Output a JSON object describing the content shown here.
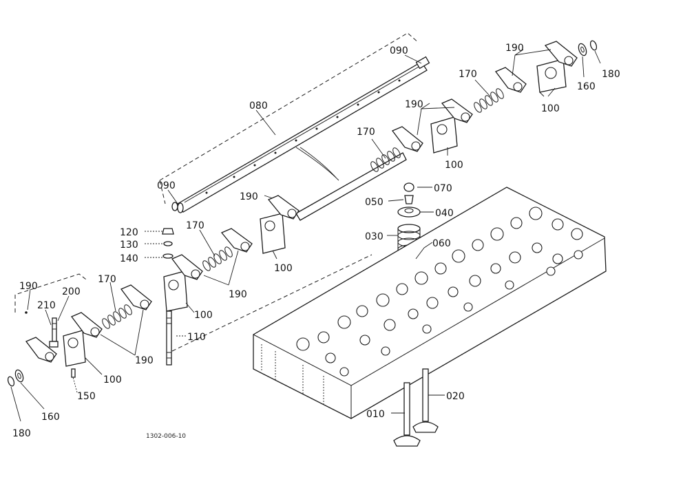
{
  "callouts": [
    {
      "id": "c-090-top",
      "text": "090"
    },
    {
      "id": "c-080",
      "text": "080"
    },
    {
      "id": "c-090-left",
      "text": "090"
    },
    {
      "id": "c-190-tr",
      "text": "190"
    },
    {
      "id": "c-170-tr",
      "text": "170"
    },
    {
      "id": "c-180-tr",
      "text": "180"
    },
    {
      "id": "c-160-tr",
      "text": "160"
    },
    {
      "id": "c-100-tr",
      "text": "100"
    },
    {
      "id": "c-190-mid",
      "text": "190"
    },
    {
      "id": "c-170-mid",
      "text": "170"
    },
    {
      "id": "c-100-mid",
      "text": "100"
    },
    {
      "id": "c-070",
      "text": "070"
    },
    {
      "id": "c-050",
      "text": "050"
    },
    {
      "id": "c-040",
      "text": "040"
    },
    {
      "id": "c-030",
      "text": "030"
    },
    {
      "id": "c-060",
      "text": "060"
    },
    {
      "id": "c-190-c",
      "text": "190"
    },
    {
      "id": "c-170-c",
      "text": "170"
    },
    {
      "id": "c-120",
      "text": "120"
    },
    {
      "id": "c-130",
      "text": "130"
    },
    {
      "id": "c-140",
      "text": "140"
    },
    {
      "id": "c-100-c",
      "text": "100"
    },
    {
      "id": "c-190-cb",
      "text": "190"
    },
    {
      "id": "c-100-cb",
      "text": "100"
    },
    {
      "id": "c-110",
      "text": "110"
    },
    {
      "id": "c-190-l",
      "text": "190"
    },
    {
      "id": "c-210",
      "text": "210"
    },
    {
      "id": "c-200",
      "text": "200"
    },
    {
      "id": "c-170-l",
      "text": "170"
    },
    {
      "id": "c-190-lb",
      "text": "190"
    },
    {
      "id": "c-100-l",
      "text": "100"
    },
    {
      "id": "c-150",
      "text": "150"
    },
    {
      "id": "c-160-l",
      "text": "160"
    },
    {
      "id": "c-180-l",
      "text": "180"
    },
    {
      "id": "c-020",
      "text": "020"
    },
    {
      "id": "c-010",
      "text": "010"
    }
  ],
  "figure_code": "1302-006-10"
}
